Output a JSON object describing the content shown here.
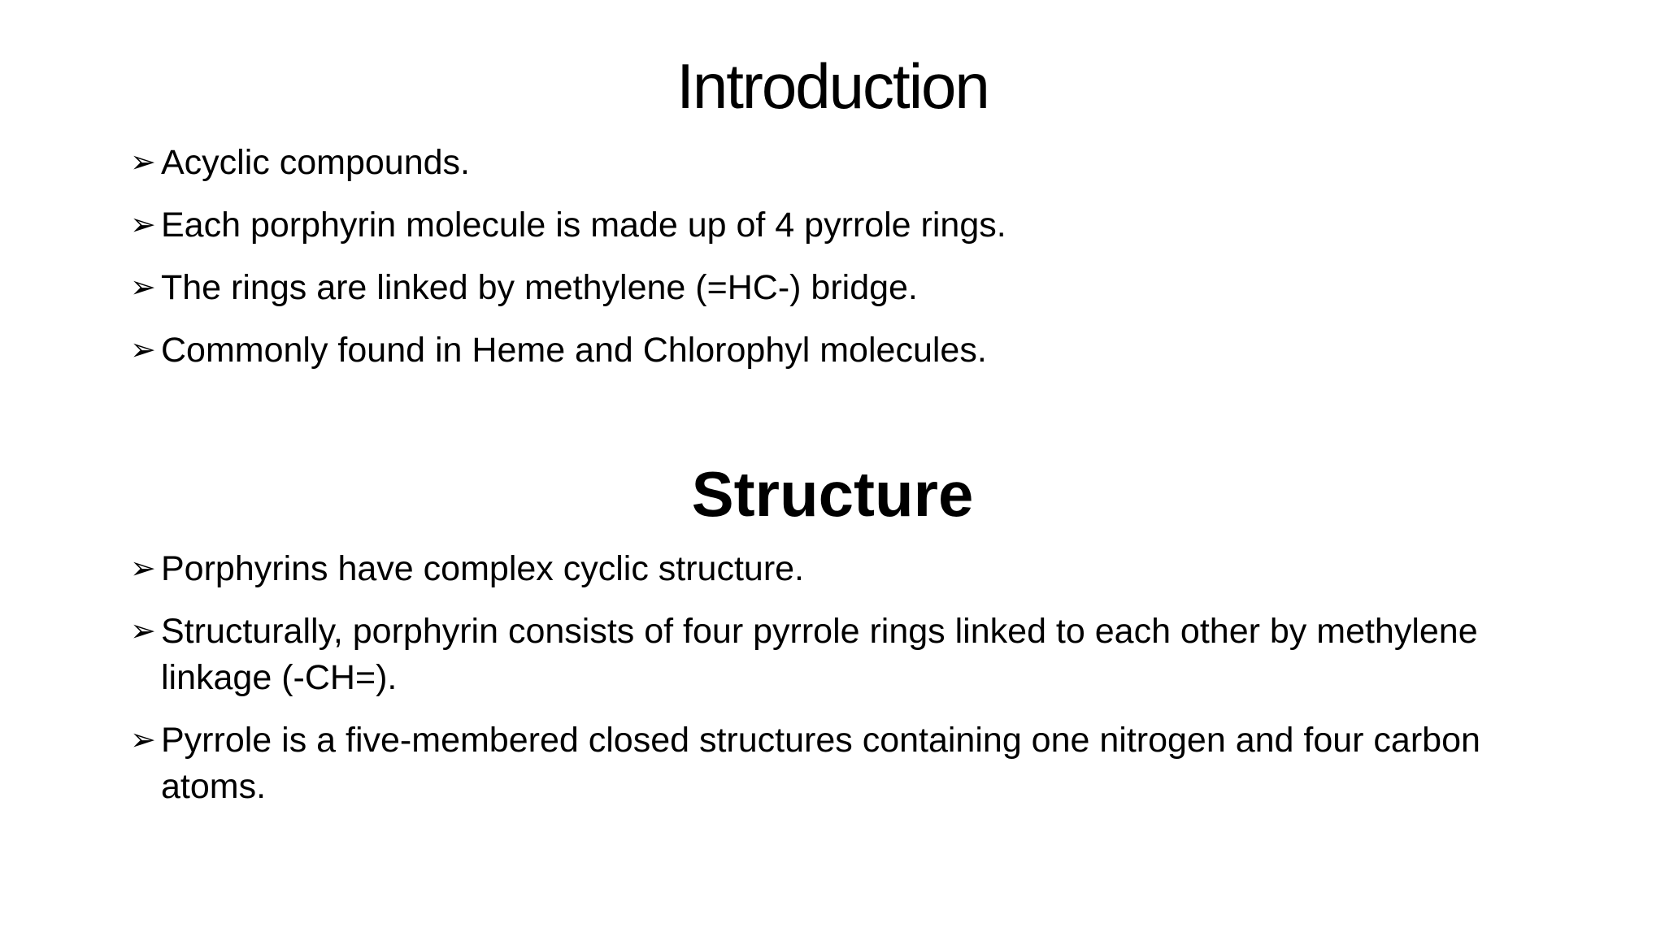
{
  "intro": {
    "title": "Introduction",
    "bullet_glyph": "➢",
    "items": [
      "Acyclic compounds.",
      "Each porphyrin molecule is made up of 4 pyrrole rings.",
      "The rings are linked by methylene (=HC-) bridge.",
      "Commonly found in Heme and Chlorophyl molecules."
    ]
  },
  "structure": {
    "title": "Structure",
    "bullet_glyph": "➢",
    "items": [
      "Porphyrins have complex cyclic structure.",
      "Structurally, porphyrin consists of four pyrrole rings linked to each other by methylene linkage (-CH=).",
      "Pyrrole is a five-membered closed structures containing one nitrogen and four carbon atoms."
    ]
  }
}
